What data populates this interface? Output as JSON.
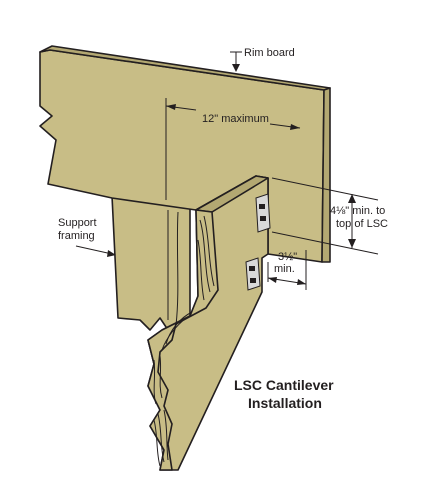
{
  "labels": {
    "rim_board": "Rim board",
    "twelve_max": "12\" maximum",
    "support_framing_1": "Support",
    "support_framing_2": "framing",
    "min_to_top_1": "4⅛\" min. to",
    "min_to_top_2": "top of LSC",
    "three_half_1": "3½\"",
    "three_half_2": "min.",
    "caption_1": "LSC Cantilever",
    "caption_2": "Installation"
  },
  "colors": {
    "wood": "#c8bd86",
    "wood_dark": "#b3a872",
    "ink": "#231f20",
    "connector": "#d9d9d9"
  }
}
